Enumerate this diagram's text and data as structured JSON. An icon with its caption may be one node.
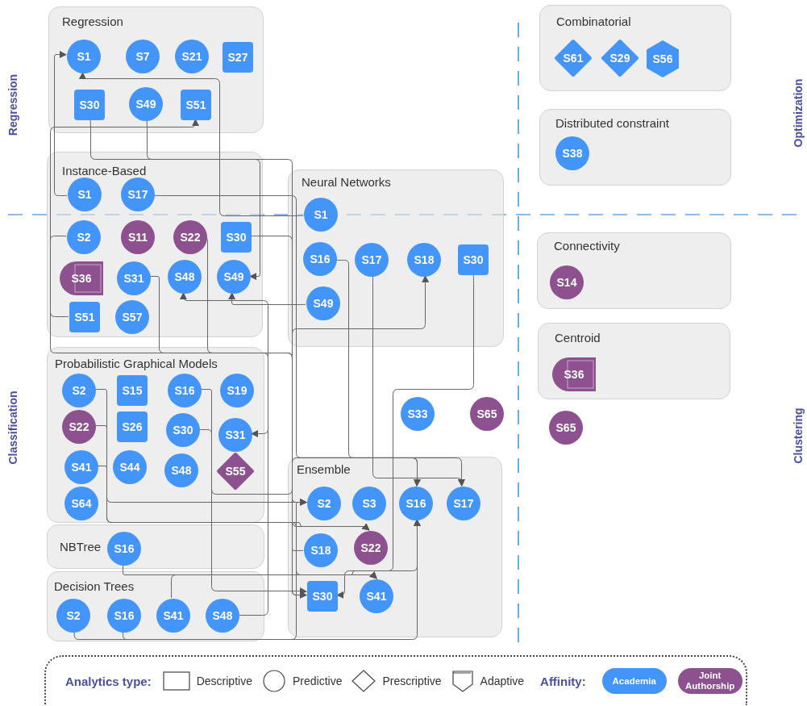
{
  "diagram": {
    "nodes": [
      {
        "text": [
          "Regression"
        ]
      },
      {
        "text": [
          "S1"
        ],
        "in": 0
      },
      {
        "text": [
          "S7"
        ],
        "in": 0
      },
      {
        "text": [
          "S21"
        ],
        "in": 0
      },
      {
        "text": [
          "S27"
        ],
        "in": 0
      },
      {
        "text": [
          "S30"
        ],
        "in": 0
      },
      {
        "text": [
          "S49"
        ],
        "in": 0
      },
      {
        "text": [
          "S51"
        ],
        "in": 0
      },
      {
        "text": [
          "Instance-Based"
        ]
      },
      {
        "text": [
          "S1"
        ],
        "in": 8
      },
      {
        "text": [
          "S17"
        ],
        "in": 8
      },
      {
        "text": [
          "S2"
        ],
        "in": 8
      },
      {
        "text": [
          "S11"
        ],
        "in": 8
      },
      {
        "text": [
          "S22"
        ],
        "in": 8
      },
      {
        "text": [
          "S30"
        ],
        "in": 8
      },
      {
        "text": [
          "S36"
        ],
        "in": 8
      },
      {
        "text": [
          "S31"
        ],
        "in": 8
      },
      {
        "text": [
          "S48"
        ],
        "in": 8
      },
      {
        "text": [
          "S49"
        ],
        "in": 8
      },
      {
        "text": [
          "S51"
        ],
        "in": 8
      },
      {
        "text": [
          "S57"
        ],
        "in": 8
      },
      {
        "text": [
          "Neural Networks"
        ]
      },
      {
        "text": [
          "S1"
        ],
        "in": 21
      },
      {
        "text": [
          "S16"
        ],
        "in": 21
      },
      {
        "text": [
          "S17"
        ],
        "in": 21
      },
      {
        "text": [
          "S18"
        ],
        "in": 21
      },
      {
        "text": [
          "S30"
        ],
        "in": 21
      },
      {
        "text": [
          "S49"
        ],
        "in": 21
      },
      {
        "text": [
          "Probabilistic Graphical Models"
        ]
      },
      {
        "text": [
          "S2"
        ],
        "in": 28
      },
      {
        "text": [
          "S15"
        ],
        "in": 28
      },
      {
        "text": [
          "S16"
        ],
        "in": 28
      },
      {
        "text": [
          "S19"
        ],
        "in": 28
      },
      {
        "text": [
          "S22"
        ],
        "in": 28
      },
      {
        "text": [
          "S26"
        ],
        "in": 28
      },
      {
        "text": [
          "S30"
        ],
        "in": 28
      },
      {
        "text": [
          "S31"
        ],
        "in": 28
      },
      {
        "text": [
          "S41"
        ],
        "in": 28
      },
      {
        "text": [
          "S44"
        ],
        "in": 28
      },
      {
        "text": [
          "S48"
        ],
        "in": 28
      },
      {
        "text": [
          "S55"
        ],
        "in": 28
      },
      {
        "text": [
          "S64"
        ],
        "in": 28
      },
      {
        "text": [
          "NBTree"
        ]
      },
      {
        "text": [
          "S16"
        ],
        "in": 42
      },
      {
        "text": [
          "Decision Trees"
        ]
      },
      {
        "text": [
          "S2"
        ],
        "in": 44
      },
      {
        "text": [
          "S16"
        ],
        "in": 44
      },
      {
        "text": [
          "S41"
        ],
        "in": 44
      },
      {
        "text": [
          "S48"
        ],
        "in": 44
      },
      {
        "text": [
          "S33"
        ]
      },
      {
        "text": [
          "S65"
        ]
      },
      {
        "text": [
          "Ensemble"
        ]
      },
      {
        "text": [
          "S2"
        ],
        "in": 51
      },
      {
        "text": [
          "S3"
        ],
        "in": 51
      },
      {
        "text": [
          "S16"
        ],
        "in": 51
      },
      {
        "text": [
          "S17"
        ],
        "in": 51
      },
      {
        "text": [
          "S18"
        ],
        "in": 51
      },
      {
        "text": [
          "S22"
        ],
        "in": 51
      },
      {
        "text": [
          "S30"
        ],
        "in": 51
      },
      {
        "text": [
          "S41"
        ],
        "in": 51
      },
      {
        "text": [
          "Combinatorial"
        ]
      },
      {
        "text": [
          "S61"
        ],
        "in": 60
      },
      {
        "text": [
          "S29"
        ],
        "in": 60
      },
      {
        "text": [
          "S56"
        ],
        "in": 60
      },
      {
        "text": [
          "Distributed constraint"
        ]
      },
      {
        "text": [
          "S38"
        ],
        "in": 64
      },
      {
        "text": [
          "Connectivity"
        ]
      },
      {
        "text": [
          "S14"
        ],
        "in": 66
      },
      {
        "text": [
          "Centroid"
        ]
      },
      {
        "text": [
          "S36"
        ],
        "in": 68
      },
      {
        "text": [
          "S65"
        ]
      }
    ],
    "edges": [
      {
        "from": 9,
        "to": 1,
        "arrow": "to"
      },
      {
        "from": 22,
        "to": 1,
        "arrow": "to"
      },
      {
        "from": 5,
        "to": 58,
        "arrow": "to"
      },
      {
        "from": 6,
        "to": 18,
        "arrow": "to"
      },
      {
        "from": 19,
        "to": 7,
        "arrow": "to"
      },
      {
        "from": 10,
        "to": 55,
        "arrow": "to"
      },
      {
        "from": 24,
        "to": 55,
        "arrow": "to"
      },
      {
        "from": 23,
        "to": 54,
        "arrow": "to"
      },
      {
        "from": 31,
        "to": 54,
        "arrow": "to"
      },
      {
        "from": 43,
        "to": 54,
        "arrow": "to"
      },
      {
        "from": 46,
        "to": 54,
        "arrow": "to"
      },
      {
        "from": 56,
        "to": 25,
        "arrow": "to"
      },
      {
        "from": 26,
        "to": 58,
        "arrow": "to"
      },
      {
        "from": 27,
        "to": 18,
        "arrow": "to"
      },
      {
        "from": 48,
        "to": 17,
        "arrow": "to"
      },
      {
        "from": 16,
        "to": 36,
        "arrow": "to"
      },
      {
        "from": 13,
        "to": 57,
        "arrow": "to"
      },
      {
        "from": 33,
        "to": 57,
        "arrow": "to"
      },
      {
        "from": 11,
        "to": 52,
        "arrow": "to"
      },
      {
        "from": 29,
        "to": 52,
        "arrow": "to"
      },
      {
        "from": 45,
        "to": 52,
        "arrow": "to"
      },
      {
        "from": 14,
        "to": 58,
        "arrow": "to"
      },
      {
        "from": 35,
        "to": 58,
        "arrow": "to"
      },
      {
        "from": 37,
        "to": 59,
        "arrow": "to"
      },
      {
        "from": 47,
        "to": 59,
        "arrow": "to"
      }
    ],
    "labels": [
      "Regression",
      "Classification",
      "Optimization",
      "Clustering",
      "Analytics type:",
      "Affinity:"
    ],
    "legend": [
      {
        "text": "Descriptive"
      },
      {
        "text": "Predictive"
      },
      {
        "text": "Prescriptive"
      },
      {
        "text": "Adaptive"
      },
      {
        "text": "Academia",
        "color": "#4395f9"
      },
      {
        "text": "Joint Authorship",
        "color": "#8d5190"
      }
    ]
  }
}
